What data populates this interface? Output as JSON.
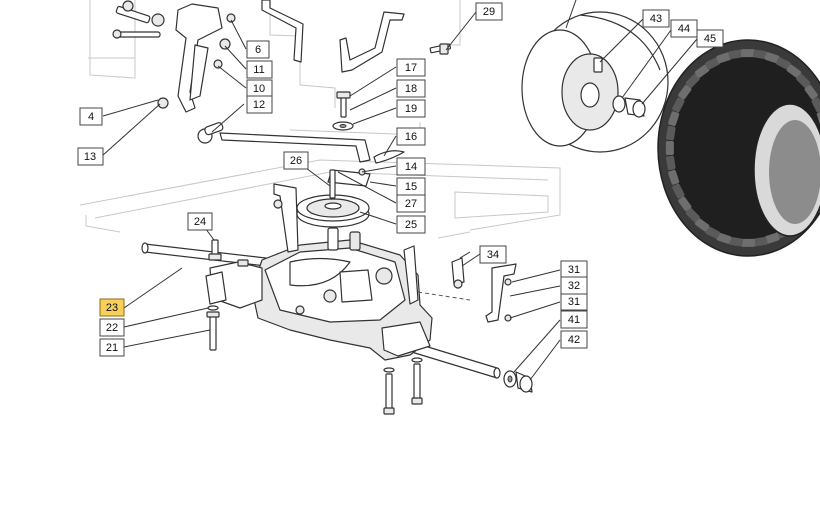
{
  "callouts": [
    {
      "id": "4",
      "label": "4"
    },
    {
      "id": "6",
      "label": "6"
    },
    {
      "id": "10",
      "label": "10"
    },
    {
      "id": "11",
      "label": "11"
    },
    {
      "id": "12",
      "label": "12"
    },
    {
      "id": "13",
      "label": "13"
    },
    {
      "id": "14",
      "label": "14"
    },
    {
      "id": "15",
      "label": "15"
    },
    {
      "id": "16",
      "label": "16"
    },
    {
      "id": "17",
      "label": "17"
    },
    {
      "id": "18",
      "label": "18"
    },
    {
      "id": "19",
      "label": "19"
    },
    {
      "id": "21",
      "label": "21"
    },
    {
      "id": "22",
      "label": "22"
    },
    {
      "id": "23",
      "label": "23",
      "highlighted": true
    },
    {
      "id": "24",
      "label": "24"
    },
    {
      "id": "25",
      "label": "25"
    },
    {
      "id": "26",
      "label": "26"
    },
    {
      "id": "27",
      "label": "27"
    },
    {
      "id": "29",
      "label": "29"
    },
    {
      "id": "31a",
      "label": "31"
    },
    {
      "id": "31b",
      "label": "31"
    },
    {
      "id": "32",
      "label": "32"
    },
    {
      "id": "34",
      "label": "34"
    },
    {
      "id": "41",
      "label": "41"
    },
    {
      "id": "42",
      "label": "42"
    },
    {
      "id": "43",
      "label": "43"
    },
    {
      "id": "44",
      "label": "44"
    },
    {
      "id": "45",
      "label": "45"
    }
  ],
  "colors": {
    "highlight": "#f7cf5a",
    "line": "#333333",
    "frame": "#c8c8c8",
    "tire": "#2e2e2e"
  },
  "icons": [
    "transaxle",
    "drive-pulley",
    "rear-axle",
    "shift-lever",
    "rear-wheel-rim",
    "rear-tire",
    "bolt",
    "washer",
    "bracket"
  ]
}
